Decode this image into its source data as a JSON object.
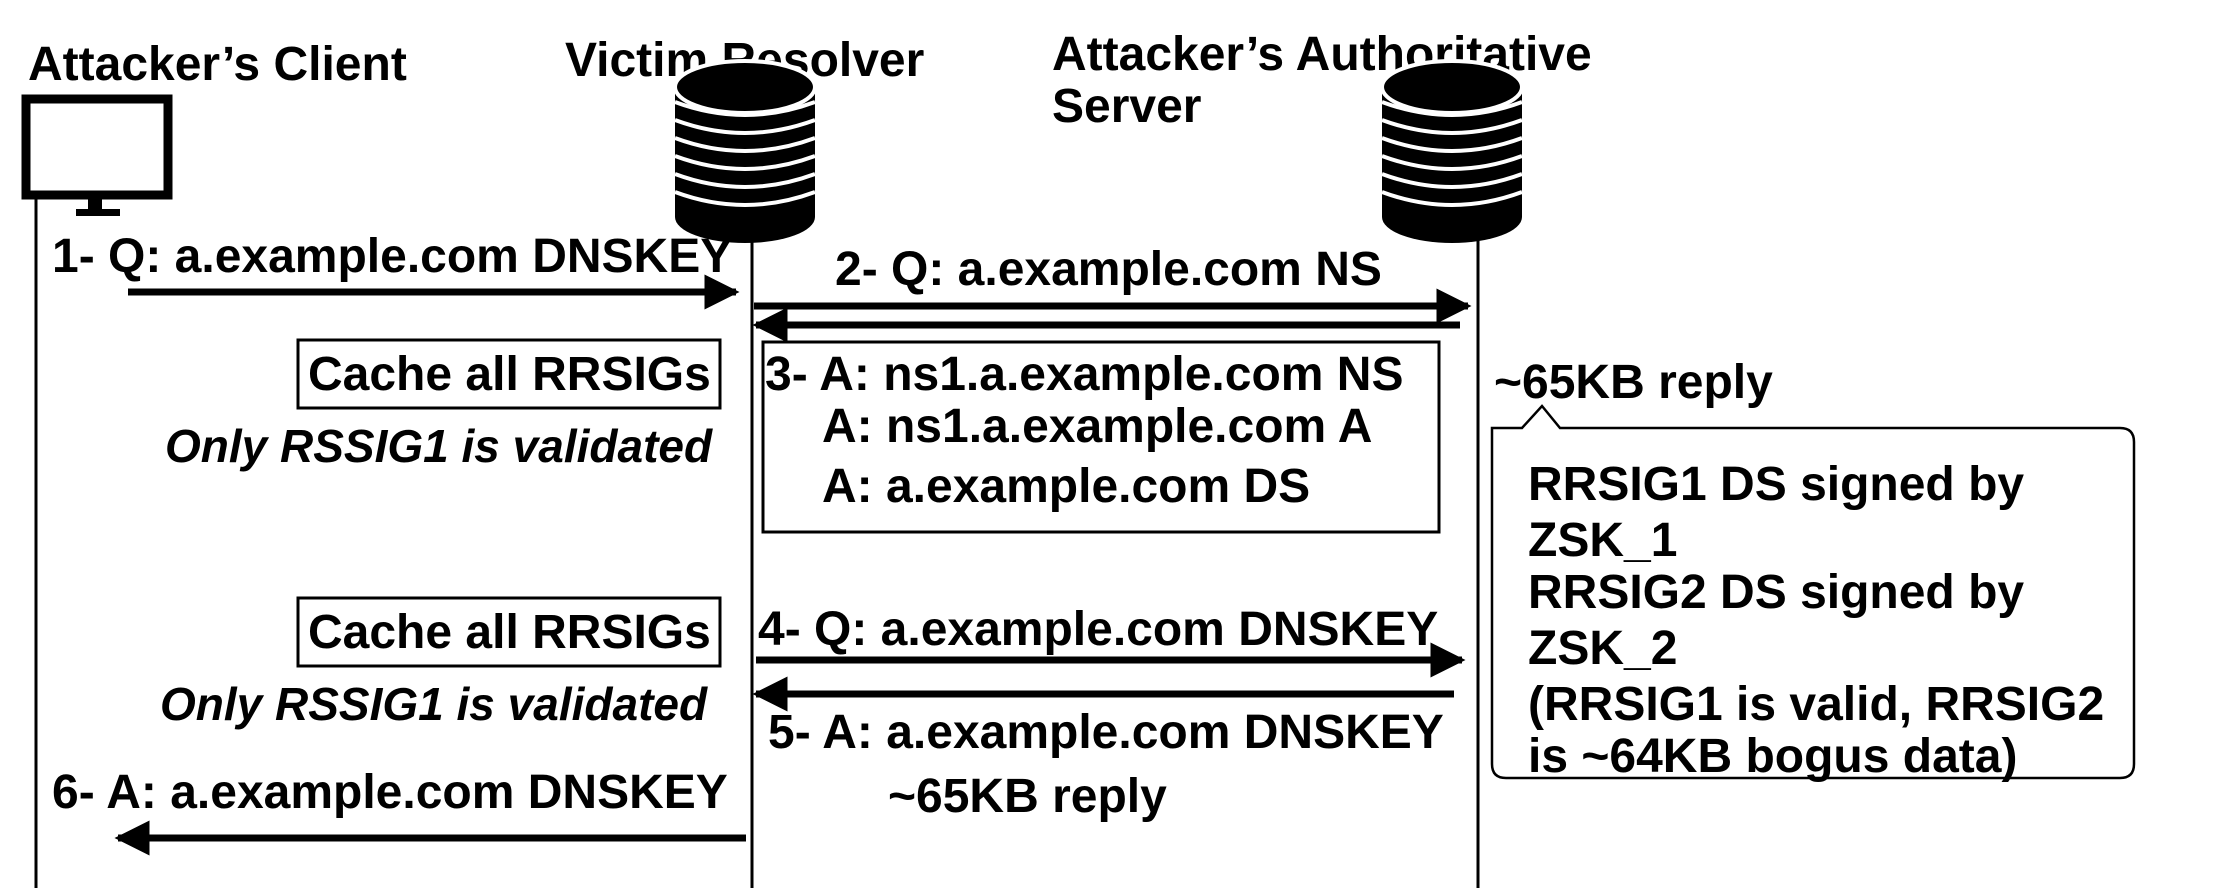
{
  "actors": {
    "client": "Attacker’s Client",
    "resolver": "Victim Resolver",
    "auth_line1": "Attacker’s Authoritative",
    "auth_line2": "Server"
  },
  "messages": {
    "m1": "1- Q: a.example.com DNSKEY",
    "m2": "2- Q: a.example.com  NS",
    "m3_line1": "3- A: ns1.a.example.com NS",
    "m3_line2": "A: ns1.a.example.com A",
    "m3_line3": "A: a.example.com  DS",
    "m4": "4- Q: a.example.com  DNSKEY",
    "m5_line1": "5- A: a.example.com  DNSKEY",
    "m5_line2": "~65KB reply",
    "m6": "6- A: a.example.com DNSKEY"
  },
  "resolver_notes": {
    "cache_1": "Cache all RRSIGs",
    "validated_1": "Only RSSIG1 is validated",
    "cache_2": "Cache all RRSIGs",
    "validated_2": "Only RSSIG1 is validated"
  },
  "reply_callout": {
    "title": "~65KB reply",
    "line1": "RRSIG1 DS signed by",
    "line2": "ZSK_1",
    "line3": "RRSIG2 DS signed by",
    "line4": "ZSK_2",
    "line5": "(RRSIG1 is valid, RRSIG2",
    "line6": "is ~64KB bogus data)"
  }
}
